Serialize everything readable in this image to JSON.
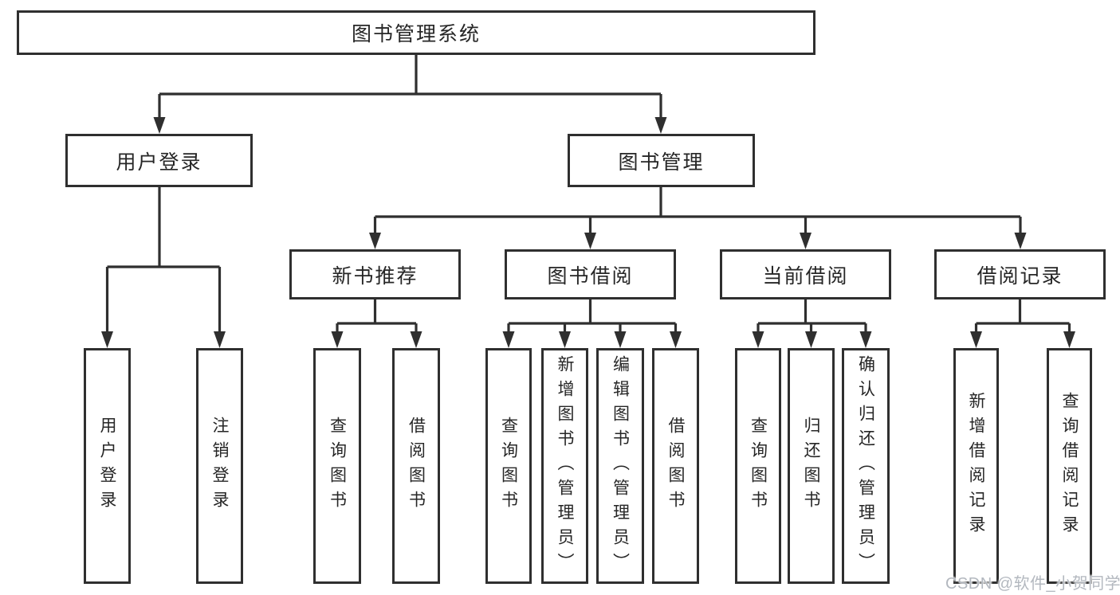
{
  "diagram": {
    "type": "hierarchy-tree",
    "colors": {
      "line": "#2f2f2f",
      "text": "#262626",
      "background": "#ffffff",
      "watermark": "#b3b8bf"
    },
    "root": {
      "label": "图书管理系统",
      "children": [
        {
          "label": "用户登录",
          "children": [
            {
              "label": "用户登录"
            },
            {
              "label": "注销登录"
            }
          ]
        },
        {
          "label": "图书管理",
          "children": [
            {
              "label": "新书推荐",
              "children": [
                {
                  "label": "查询图书"
                },
                {
                  "label": "借阅图书"
                }
              ]
            },
            {
              "label": "图书借阅",
              "children": [
                {
                  "label": "查询图书"
                },
                {
                  "label": "新增图书（管理员）"
                },
                {
                  "label": "编辑图书（管理员）"
                },
                {
                  "label": "借阅图书"
                }
              ]
            },
            {
              "label": "当前借阅",
              "children": [
                {
                  "label": "查询图书"
                },
                {
                  "label": "归还图书"
                },
                {
                  "label": "确认归还（管理员）"
                }
              ]
            },
            {
              "label": "借阅记录",
              "children": [
                {
                  "label": "新增借阅记录"
                },
                {
                  "label": "查询借阅记录"
                }
              ]
            }
          ]
        }
      ]
    },
    "watermark": {
      "text": "CSDN @软件_小贺同学"
    }
  }
}
